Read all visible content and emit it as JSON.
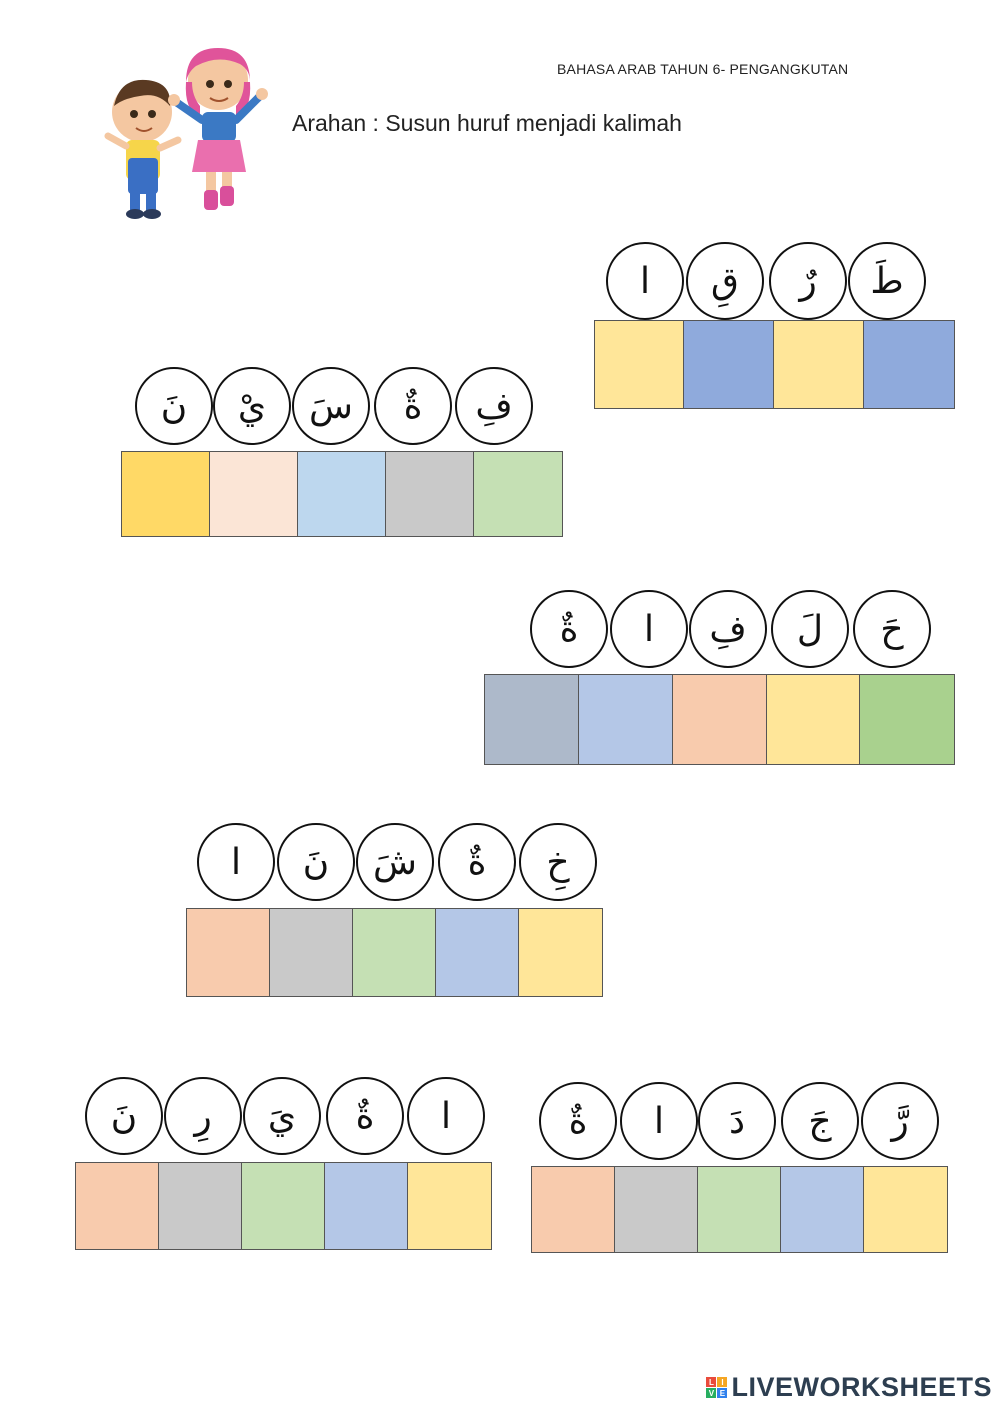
{
  "header": {
    "subject": "BAHASA ARAB TAHUN 6- PENGANGKUTAN",
    "instruction": "Arahan : Susun huruf menjadi kalimah"
  },
  "puzzles": [
    {
      "letters": [
        "طَ",
        "رٌ",
        "قِ",
        "ا"
      ],
      "box_colors": [
        "#8faadc",
        "#ffe699",
        "#8faadc",
        "#ffe699"
      ]
    },
    {
      "letters": [
        "فِ",
        "ةٌ",
        "سَ",
        "يْ",
        "نَ"
      ],
      "box_colors": [
        "#c5e0b4",
        "#c9c9c9",
        "#bdd7ee",
        "#fbe5d6",
        "#ffd966"
      ]
    },
    {
      "letters": [
        "حَ",
        "لَ",
        "فِ",
        "ا",
        "ةٌ"
      ],
      "box_colors": [
        "#a9d18e",
        "#ffe699",
        "#f8cbad",
        "#b4c7e7",
        "#adb9ca"
      ]
    },
    {
      "letters": [
        "خِ",
        "ةٌ",
        "شَ",
        "نَ",
        "ا"
      ],
      "box_colors": [
        "#ffe699",
        "#b4c7e7",
        "#c5e0b4",
        "#c9c9c9",
        "#f8cbad"
      ]
    },
    {
      "letters": [
        "رَّ",
        "جَ",
        "دَ",
        "ا",
        "ةٌ"
      ],
      "box_colors": [
        "#ffe699",
        "#b4c7e7",
        "#c5e0b4",
        "#c9c9c9",
        "#f8cbad"
      ]
    },
    {
      "letters": [
        "ا",
        "ةٌ",
        "يَ",
        "رِ",
        "نَ"
      ],
      "box_colors": [
        "#ffe699",
        "#b4c7e7",
        "#c5e0b4",
        "#c9c9c9",
        "#f8cbad"
      ]
    }
  ],
  "footer": {
    "logo_text": "LIVEWORKSHEETS",
    "logo_letters": [
      "L",
      "I",
      "V",
      "E"
    ],
    "logo_colors": [
      "#e94b3c",
      "#f5a623",
      "#27ae60",
      "#2f80ed"
    ],
    "logo_icon": "liveworksheets-logo-icon"
  },
  "illustration": {
    "icon": "cartoon-kids-icon"
  }
}
